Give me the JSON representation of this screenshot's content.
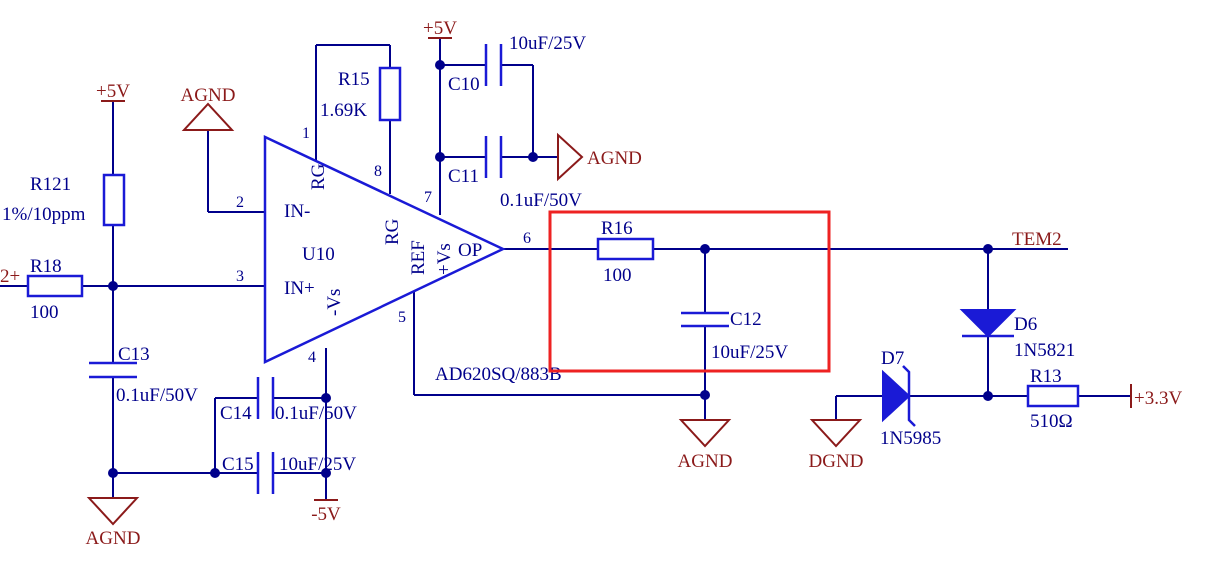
{
  "title": "",
  "colors": {
    "wire": "#00008b",
    "component": "#1a1ad6",
    "power": "#8b1a1a",
    "highlight": "#ee2222"
  },
  "opamp": {
    "ref": "U10",
    "part": "AD620SQ/883B",
    "in_minus": "IN-",
    "in_plus": "IN+",
    "rg_left": "RG",
    "minus_vs": "-Vs",
    "rg_right": "RG",
    "ref_pin": "REF",
    "plus_vs": "+Vs",
    "op": "OP",
    "pins": {
      "p1": "1",
      "p2": "2",
      "p3": "3",
      "p4": "4",
      "p5": "5",
      "p6": "6",
      "p7": "7",
      "p8": "8"
    }
  },
  "components": {
    "r121": {
      "ref": "R121",
      "value": "1%/10ppm"
    },
    "r18": {
      "ref": "R18",
      "value": "100"
    },
    "r15": {
      "ref": "R15",
      "value": "1.69K"
    },
    "r16": {
      "ref": "R16",
      "value": "100"
    },
    "r13": {
      "ref": "R13",
      "value": "510Ω"
    },
    "c10": {
      "ref": "C10",
      "value": "10uF/25V"
    },
    "c11": {
      "ref": "C11",
      "value": "0.1uF/50V"
    },
    "c12": {
      "ref": "C12",
      "value": "10uF/25V"
    },
    "c13": {
      "ref": "C13",
      "value": "0.1uF/50V"
    },
    "c14": {
      "ref": "C14",
      "value": "0.1uF/50V"
    },
    "c15": {
      "ref": "C15",
      "value": "10uF/25V"
    },
    "d6": {
      "ref": "D6",
      "value": "1N5821"
    },
    "d7": {
      "ref": "D7",
      "value": "1N5985"
    }
  },
  "nets": {
    "input": "2+",
    "tem2": "TEM2",
    "p5v_left": "+5V",
    "p5v_top": "+5V",
    "m5v": "-5V",
    "p3v3": "+3.3V",
    "agnd_top": "AGND",
    "agnd_c11": "AGND",
    "agnd_c12": "AGND",
    "agnd_bottom": "AGND",
    "dgnd": "DGND"
  }
}
